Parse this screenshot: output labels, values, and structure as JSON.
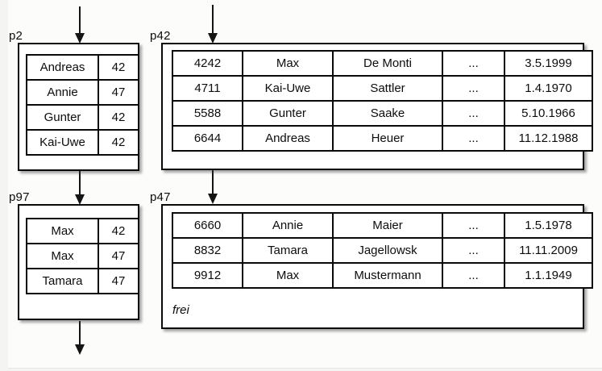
{
  "diagram": {
    "description": "index and data pages with pointer arrows",
    "colors": {
      "surface": "#fcfcfb",
      "outer_background": "#f4f4f2",
      "box_border": "#0a0a0a",
      "text": "#0d0d0d"
    },
    "pages": [
      {
        "label": "p2",
        "kind": "index-page",
        "rows": [
          [
            "Andreas",
            "42"
          ],
          [
            "Annie",
            "47"
          ],
          [
            "Gunter",
            "42"
          ],
          [
            "Kai-Uwe",
            "42"
          ]
        ]
      },
      {
        "label": "p42",
        "kind": "data-page",
        "rows": [
          [
            "4242",
            "Max",
            "De Monti",
            "...",
            "3.5.1999"
          ],
          [
            "4711",
            "Kai-Uwe",
            "Sattler",
            "...",
            "1.4.1970"
          ],
          [
            "5588",
            "Gunter",
            "Saake",
            "...",
            "5.10.1966"
          ],
          [
            "6644",
            "Andreas",
            "Heuer",
            "...",
            "11.12.1988"
          ]
        ]
      },
      {
        "label": "p97",
        "kind": "index-page",
        "rows": [
          [
            "Max",
            "42"
          ],
          [
            "Max",
            "47"
          ],
          [
            "Tamara",
            "47"
          ]
        ]
      },
      {
        "label": "p47",
        "kind": "data-page",
        "rows": [
          [
            "6660",
            "Annie",
            "Maier",
            "...",
            "1.5.1978"
          ],
          [
            "8832",
            "Tamara",
            "Jagellowsk",
            "...",
            "11.11.2009"
          ],
          [
            "9912",
            "Max",
            "Mustermann",
            "...",
            "1.1.1949"
          ]
        ],
        "free_label": "frei"
      }
    ],
    "arrows": [
      {
        "name": "into-p2"
      },
      {
        "name": "into-p42"
      },
      {
        "name": "p2-to-p97"
      },
      {
        "name": "p42-to-p47"
      },
      {
        "name": "out-of-p97"
      }
    ]
  }
}
